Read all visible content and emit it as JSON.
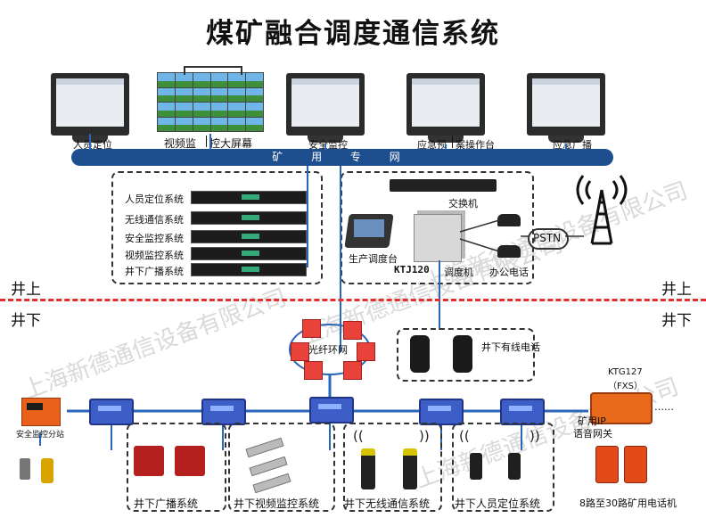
{
  "title": "煤矿融合调度通信系统",
  "top_monitors": {
    "personnel": "人员定位",
    "video_wall_a": "视频监",
    "video_wall_b": "控大屏幕",
    "safety": "安全监控",
    "emergency_a": "应急预",
    "emergency_b": "案操作台",
    "broadcast": "应急广播"
  },
  "bus_label": "矿 用 专 网",
  "left_systems": [
    "人员定位系统",
    "无线通信系统",
    "安全监控系统",
    "视频监控系统",
    "井下广播系统"
  ],
  "dispatch": {
    "switch": "交换机",
    "console": "生产调度台",
    "model": "KTJ120",
    "dispatcher": "调度机",
    "office_phone": "办公电话",
    "pstn": "PSTN"
  },
  "zones": {
    "above": "井上",
    "below": "井下"
  },
  "fiber_ring": "光纤环网",
  "wired_phone": "井下有线电话",
  "underground": {
    "safety_substation": "安全监控分站",
    "broadcast": "井下广播系统",
    "video": "井下视频监控系统",
    "wireless": "井下无线通信系统",
    "personnel": "井下人员定位系统"
  },
  "gateway": {
    "model": "KTG127",
    "fxs": "（FXS）",
    "name_a": "矿用IP",
    "name_b": "语音网关",
    "dots": "……",
    "phones": "8路至30路矿用电话机"
  },
  "watermark": "上海新德通信设备有限公司",
  "colors": {
    "bus": "#1d4f8f",
    "divider": "#e23030",
    "device_blue": "#3d5ec6",
    "device_red": "#b3201e",
    "gateway_orange": "#e86a1a"
  }
}
